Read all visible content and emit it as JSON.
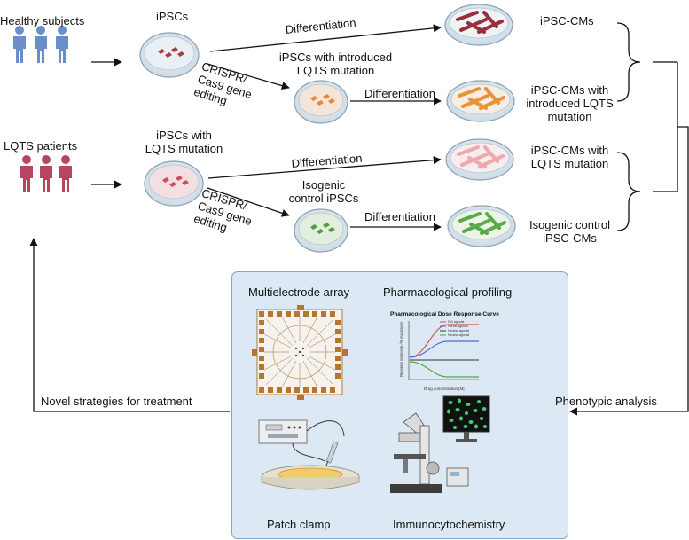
{
  "groups": {
    "healthy": "Healthy subjects",
    "lqts": "LQTS patients"
  },
  "cells": {
    "ipscs": "iPSCs",
    "ipscs_introduced": "iPSCs with introduced LQTS mutation",
    "ipscs_lqts": "iPSCs with LQTS mutation",
    "isogenic_ipscs": "Isogenic control iPSCs"
  },
  "cms": {
    "ipsc_cms": "iPSC-CMs",
    "introduced_cms": "iPSC-CMs with introduced LQTS mutation",
    "lqts_cms": "iPSC-CMs with LQTS mutation",
    "isogenic_cms": "Isogenic control iPSC-CMs"
  },
  "process": {
    "differentiation": "Differentiation",
    "crispr": "CRISPR/ Cas9 gene editing"
  },
  "flow": {
    "phenotypic": "Phenotypic analysis",
    "novel": "Novel strategies for treatment"
  },
  "methods": {
    "mea": "Multielectrode array",
    "pharm": "Pharmacological profiling",
    "patch": "Patch clamp",
    "icc": "Immunocytochemistry"
  },
  "dose_chart": {
    "title": "Pharmacological Dose Response Curve",
    "xlabel": "Drug concentration [M]",
    "ylabel": "Receptor response (% maximum)",
    "legend": [
      "Full agonist",
      "Partial agonist",
      "Neutral agonist",
      "Neutral agonist"
    ]
  },
  "colors": {
    "person_blue": "#6a8fc8",
    "person_red": "#b8455f",
    "cm_dark_red": "#9b2e3a",
    "cm_orange": "#e8923a",
    "cm_pink": "#f0a8b0",
    "cm_green": "#5aaa4a",
    "panel_bg": "#dce9f5",
    "panel_border": "#7ea8cf"
  },
  "icons": [
    "person-icon",
    "petri-dish-icon",
    "mea-chip-icon",
    "dose-curve-icon",
    "patch-clamp-rig-icon",
    "microscope-icon"
  ]
}
